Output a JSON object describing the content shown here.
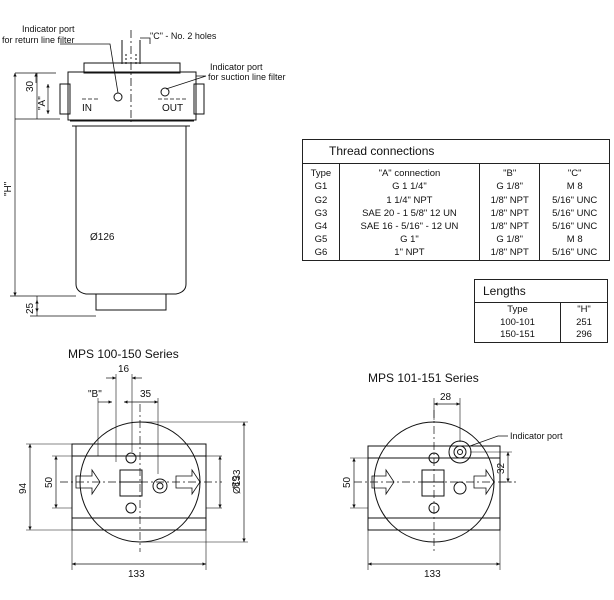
{
  "side_view": {
    "note_return": [
      "Indicator port",
      "for return line filter"
    ],
    "note_c": "\"C\" - No. 2 holes",
    "note_suction": [
      "Indicator port",
      "for suction line filter"
    ],
    "dim_30": "30",
    "dim_a": "\"A\"",
    "label_in": "IN",
    "label_out": "OUT",
    "dim_h": "\"H\"",
    "dim_diameter": "Ø126",
    "dim_25": "25"
  },
  "thread_table": {
    "caption": "Thread connections",
    "headers": [
      "Type",
      "\"A\" connection",
      "\"B\"",
      "\"C\""
    ],
    "rows": [
      [
        "G1",
        "G 1 1/4\"",
        "G 1/8\"",
        "M 8"
      ],
      [
        "G2",
        "1 1/4\" NPT",
        "1/8\" NPT",
        "5/16\" UNC"
      ],
      [
        "G3",
        "SAE 20 - 1 5/8\" 12 UN",
        "1/8\" NPT",
        "5/16\" UNC"
      ],
      [
        "G4",
        "SAE 16 - 5/16\" - 12 UN",
        "1/8\" NPT",
        "5/16\" UNC"
      ],
      [
        "G5",
        "G 1\"",
        "G 1/8\"",
        "M 8"
      ],
      [
        "G6",
        "1\" NPT",
        "1/8\" NPT",
        "5/16\" UNC"
      ]
    ]
  },
  "lengths_table": {
    "caption": "Lengths",
    "headers": [
      "Type",
      "\"H\""
    ],
    "rows": [
      [
        "100-101",
        "251"
      ],
      [
        "150-151",
        "296"
      ]
    ]
  },
  "left_top_view": {
    "title": "MPS 100-150 Series",
    "dim_16": "16",
    "dim_b": "\"B\"",
    "dim_35": "35",
    "dim_94": "94",
    "dim_50": "50",
    "dim_53": "53",
    "dim_d133": "Ø133",
    "dim_133": "133"
  },
  "right_top_view": {
    "title": "MPS 101-151 Series",
    "dim_28": "28",
    "note_indicator": "Indicator port",
    "dim_32": "32",
    "dim_50": "50",
    "dim_133": "133"
  }
}
